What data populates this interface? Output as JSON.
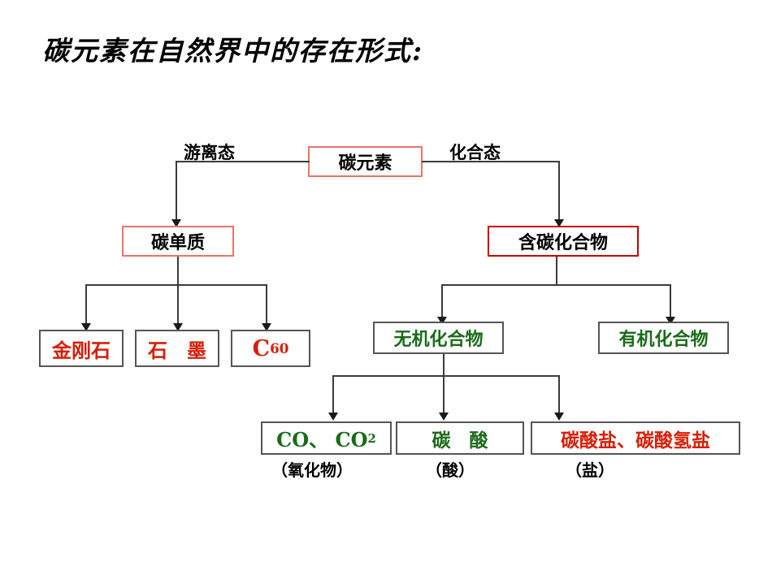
{
  "title": "碳元素在自然界中的存在形式:",
  "edge_labels": {
    "free_state": "游离态",
    "combined_state": "化合态"
  },
  "nodes": {
    "root": "碳元素",
    "elemental_carbon": "碳单质",
    "carbon_compounds": "含碳化合物",
    "diamond": "金刚石",
    "graphite": "石　墨",
    "fullerene_symbol": "C",
    "fullerene_subscript": "60",
    "inorganic": "无机化合物",
    "organic": "有机化合物",
    "oxides": "CO、 CO",
    "oxides_subscript": "2",
    "acid": "碳　酸",
    "salts": "碳酸盐、碳酸氢盐"
  },
  "captions": {
    "oxides": "（氧化物）",
    "acid": "（酸）",
    "salts": "（盐）"
  },
  "colors": {
    "red_text": "#d81e06",
    "green_text": "#1a6b1a",
    "black_text": "#000000",
    "red_border_light": "#e8756b",
    "red_border_strong": "#cc0000",
    "black_border": "#555555",
    "line": "#3b3b3b",
    "background": "#ffffff"
  }
}
